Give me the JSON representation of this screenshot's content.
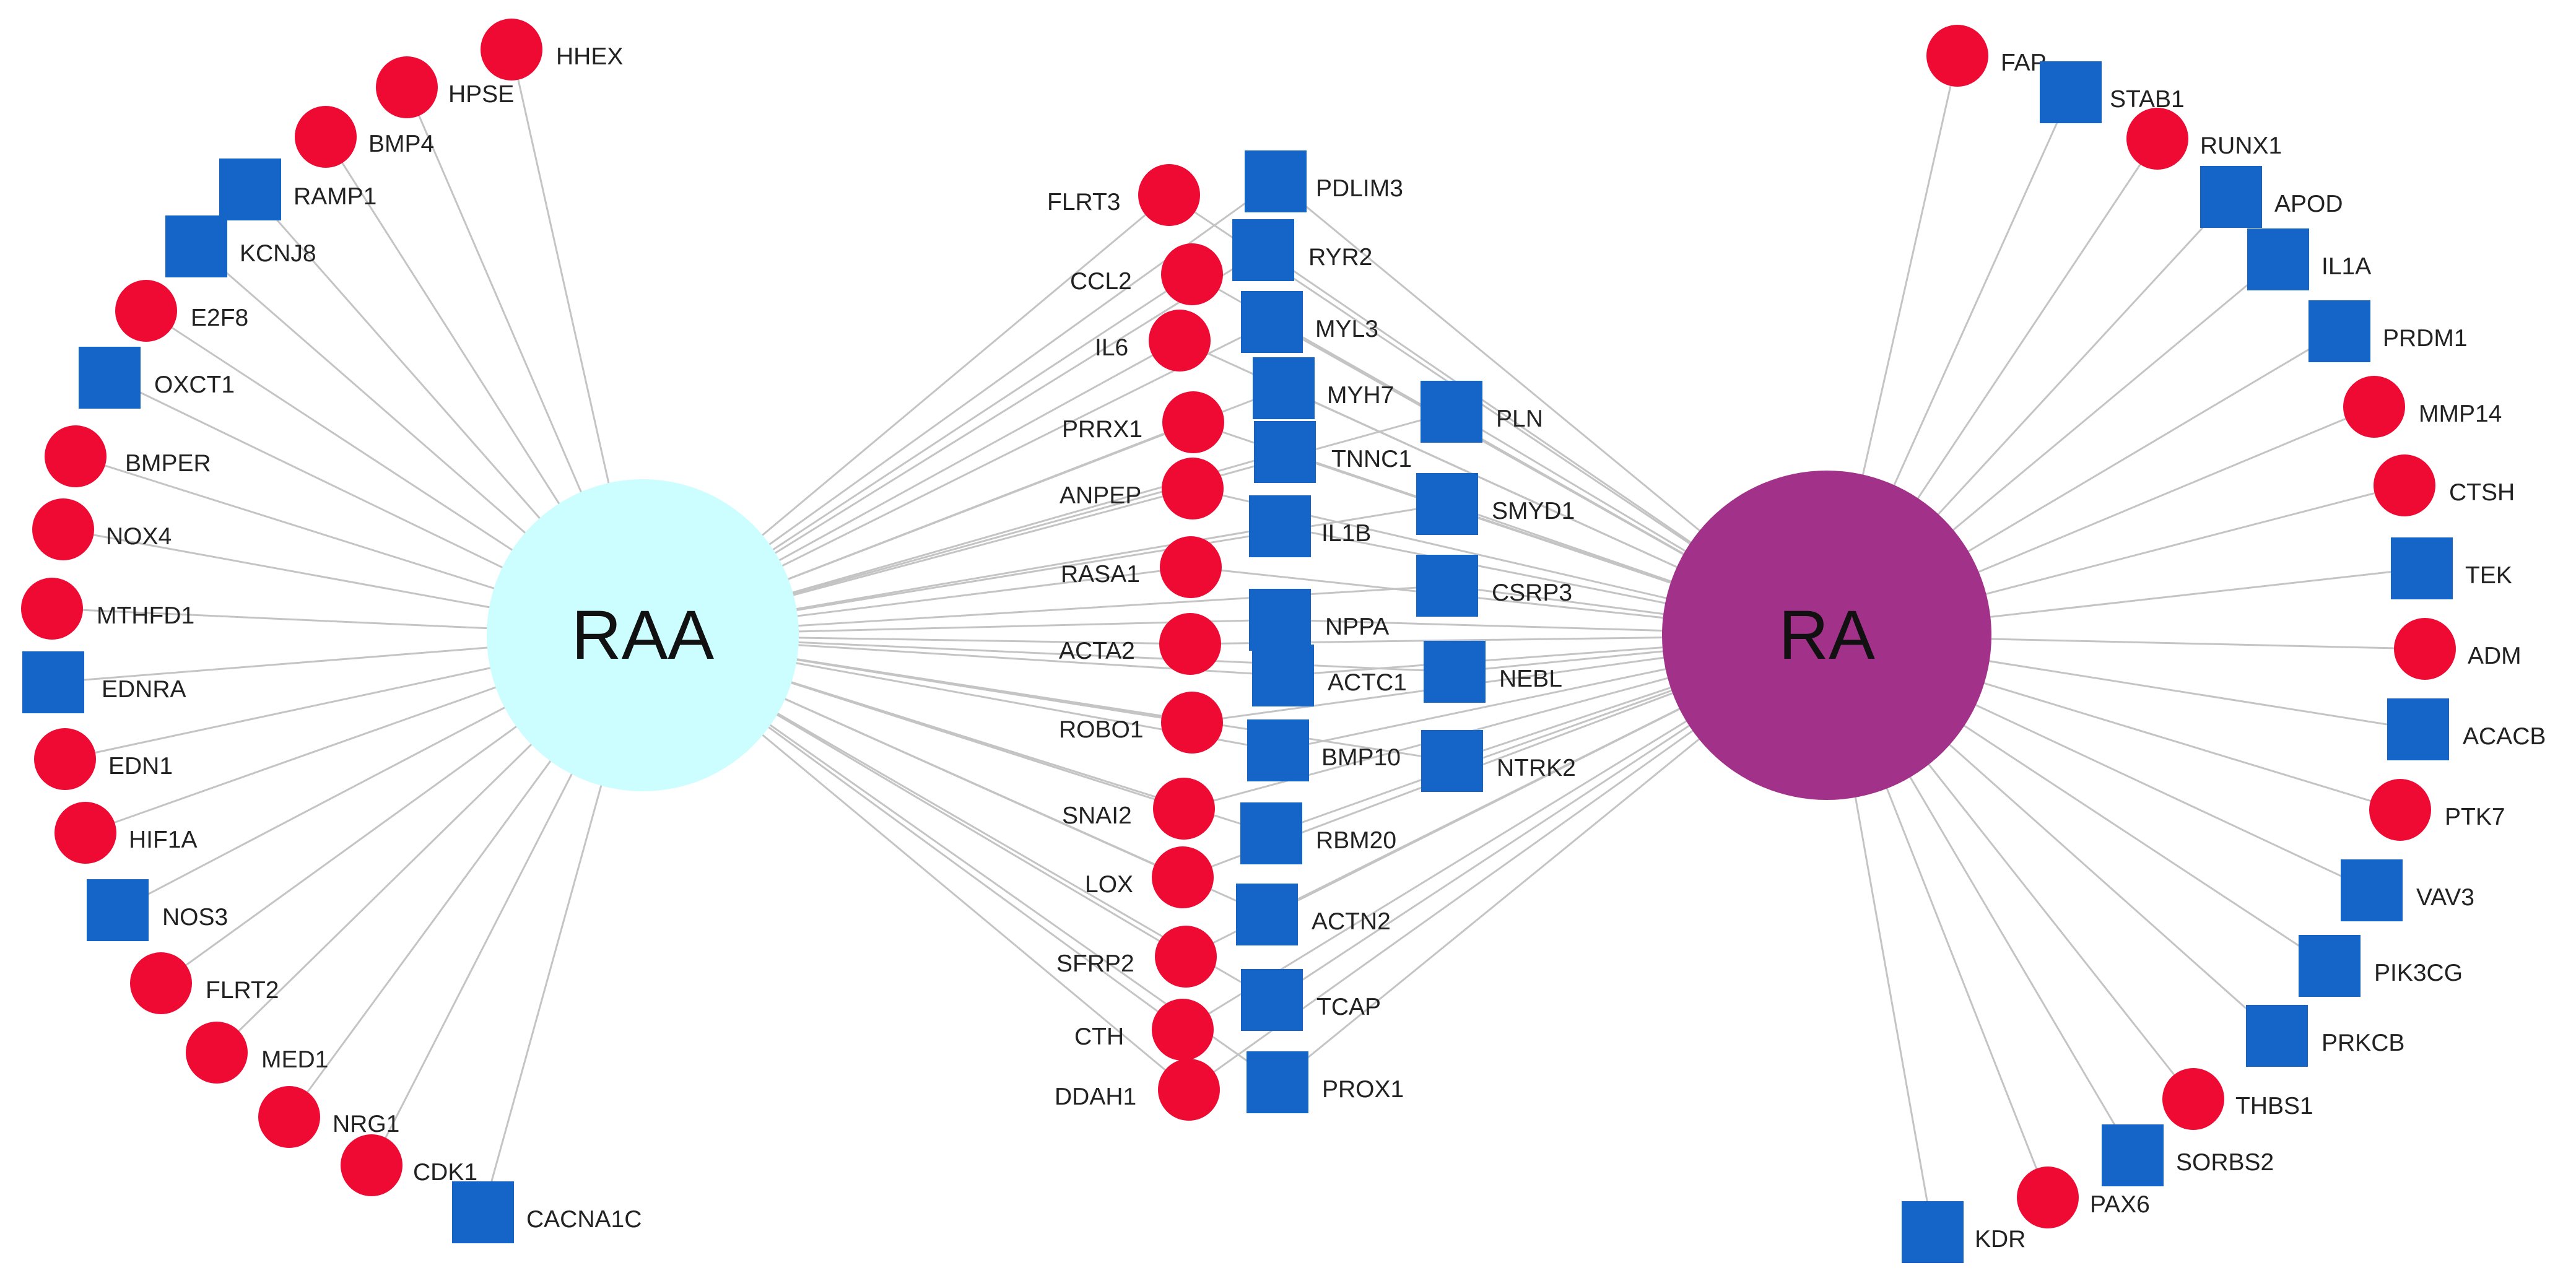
{
  "colors": {
    "circle_gene": "#ee0a33",
    "square_gene": "#1565c8",
    "hub_RAA": "#ccfeff",
    "hub_RA": "#a23289",
    "edge": "#c4c4c4"
  },
  "hubs": [
    {
      "id": "RAA",
      "label": "RAA"
    },
    {
      "id": "RA",
      "label": "RA"
    }
  ],
  "nodes": [
    {
      "id": "HHEX",
      "label": "HHEX",
      "shape": "circle",
      "links": [
        "RAA"
      ]
    },
    {
      "id": "HPSE",
      "label": "HPSE",
      "shape": "circle",
      "links": [
        "RAA"
      ]
    },
    {
      "id": "BMP4",
      "label": "BMP4",
      "shape": "circle",
      "links": [
        "RAA"
      ]
    },
    {
      "id": "RAMP1",
      "label": "RAMP1",
      "shape": "square",
      "links": [
        "RAA"
      ]
    },
    {
      "id": "KCNJ8",
      "label": "KCNJ8",
      "shape": "square",
      "links": [
        "RAA"
      ]
    },
    {
      "id": "E2F8",
      "label": "E2F8",
      "shape": "circle",
      "links": [
        "RAA"
      ]
    },
    {
      "id": "OXCT1",
      "label": "OXCT1",
      "shape": "square",
      "links": [
        "RAA"
      ]
    },
    {
      "id": "BMPER",
      "label": "BMPER",
      "shape": "circle",
      "links": [
        "RAA"
      ]
    },
    {
      "id": "NOX4",
      "label": "NOX4",
      "shape": "circle",
      "links": [
        "RAA"
      ]
    },
    {
      "id": "MTHFD1",
      "label": "MTHFD1",
      "shape": "circle",
      "links": [
        "RAA"
      ]
    },
    {
      "id": "EDNRA",
      "label": "EDNRA",
      "shape": "square",
      "links": [
        "RAA"
      ]
    },
    {
      "id": "EDN1",
      "label": "EDN1",
      "shape": "circle",
      "links": [
        "RAA"
      ]
    },
    {
      "id": "HIF1A",
      "label": "HIF1A",
      "shape": "circle",
      "links": [
        "RAA"
      ]
    },
    {
      "id": "NOS3",
      "label": "NOS3",
      "shape": "square",
      "links": [
        "RAA"
      ]
    },
    {
      "id": "FLRT2",
      "label": "FLRT2",
      "shape": "circle",
      "links": [
        "RAA"
      ]
    },
    {
      "id": "MED1",
      "label": "MED1",
      "shape": "circle",
      "links": [
        "RAA"
      ]
    },
    {
      "id": "NRG1",
      "label": "NRG1",
      "shape": "circle",
      "links": [
        "RAA"
      ]
    },
    {
      "id": "CDK1",
      "label": "CDK1",
      "shape": "circle",
      "links": [
        "RAA"
      ]
    },
    {
      "id": "CACNA1C",
      "label": "CACNA1C",
      "shape": "square",
      "links": [
        "RAA"
      ]
    },
    {
      "id": "FLRT3",
      "label": "FLRT3",
      "shape": "circle",
      "links": [
        "RAA",
        "RA"
      ]
    },
    {
      "id": "CCL2",
      "label": "CCL2",
      "shape": "circle",
      "links": [
        "RAA",
        "RA"
      ]
    },
    {
      "id": "IL6",
      "label": "IL6",
      "shape": "circle",
      "links": [
        "RAA",
        "RA"
      ]
    },
    {
      "id": "PRRX1",
      "label": "PRRX1",
      "shape": "circle",
      "links": [
        "RAA",
        "RA"
      ]
    },
    {
      "id": "ANPEP",
      "label": "ANPEP",
      "shape": "circle",
      "links": [
        "RAA",
        "RA"
      ]
    },
    {
      "id": "RASA1",
      "label": "RASA1",
      "shape": "circle",
      "links": [
        "RAA",
        "RA"
      ]
    },
    {
      "id": "ACTA2",
      "label": "ACTA2",
      "shape": "circle",
      "links": [
        "RAA",
        "RA"
      ]
    },
    {
      "id": "ROBO1",
      "label": "ROBO1",
      "shape": "circle",
      "links": [
        "RAA",
        "RA"
      ]
    },
    {
      "id": "SNAI2",
      "label": "SNAI2",
      "shape": "circle",
      "links": [
        "RAA",
        "RA"
      ]
    },
    {
      "id": "LOX",
      "label": "LOX",
      "shape": "circle",
      "links": [
        "RAA",
        "RA"
      ]
    },
    {
      "id": "SFRP2",
      "label": "SFRP2",
      "shape": "circle",
      "links": [
        "RAA",
        "RA"
      ]
    },
    {
      "id": "CTH",
      "label": "CTH",
      "shape": "circle",
      "links": [
        "RAA",
        "RA"
      ]
    },
    {
      "id": "DDAH1",
      "label": "DDAH1",
      "shape": "circle",
      "links": [
        "RAA",
        "RA"
      ]
    },
    {
      "id": "PDLIM3",
      "label": "PDLIM3",
      "shape": "square",
      "links": [
        "RAA",
        "RA"
      ]
    },
    {
      "id": "RYR2",
      "label": "RYR2",
      "shape": "square",
      "links": [
        "RAA",
        "RA"
      ]
    },
    {
      "id": "MYL3",
      "label": "MYL3",
      "shape": "square",
      "links": [
        "RAA",
        "RA"
      ]
    },
    {
      "id": "MYH7",
      "label": "MYH7",
      "shape": "square",
      "links": [
        "RAA",
        "RA"
      ]
    },
    {
      "id": "TNNC1",
      "label": "TNNC1",
      "shape": "square",
      "links": [
        "RAA",
        "RA"
      ]
    },
    {
      "id": "IL1B",
      "label": "IL1B",
      "shape": "square",
      "links": [
        "RAA",
        "RA"
      ]
    },
    {
      "id": "NPPA",
      "label": "NPPA",
      "shape": "square",
      "links": [
        "RAA",
        "RA"
      ]
    },
    {
      "id": "ACTC1",
      "label": "ACTC1",
      "shape": "square",
      "links": [
        "RAA",
        "RA"
      ]
    },
    {
      "id": "BMP10",
      "label": "BMP10",
      "shape": "square",
      "links": [
        "RAA",
        "RA"
      ]
    },
    {
      "id": "RBM20",
      "label": "RBM20",
      "shape": "square",
      "links": [
        "RAA",
        "RA"
      ]
    },
    {
      "id": "ACTN2",
      "label": "ACTN2",
      "shape": "square",
      "links": [
        "RAA",
        "RA"
      ]
    },
    {
      "id": "TCAP",
      "label": "TCAP",
      "shape": "square",
      "links": [
        "RAA",
        "RA"
      ]
    },
    {
      "id": "PROX1",
      "label": "PROX1",
      "shape": "square",
      "links": [
        "RAA",
        "RA"
      ]
    },
    {
      "id": "PLN",
      "label": "PLN",
      "shape": "square",
      "links": [
        "RAA",
        "RA"
      ]
    },
    {
      "id": "SMYD1",
      "label": "SMYD1",
      "shape": "square",
      "links": [
        "RAA",
        "RA"
      ]
    },
    {
      "id": "CSRP3",
      "label": "CSRP3",
      "shape": "square",
      "links": [
        "RAA",
        "RA"
      ]
    },
    {
      "id": "NEBL",
      "label": "NEBL",
      "shape": "square",
      "links": [
        "RAA",
        "RA"
      ]
    },
    {
      "id": "NTRK2",
      "label": "NTRK2",
      "shape": "square",
      "links": [
        "RAA",
        "RA"
      ]
    },
    {
      "id": "FAP",
      "label": "FAP",
      "shape": "circle",
      "links": [
        "RA"
      ]
    },
    {
      "id": "STAB1",
      "label": "STAB1",
      "shape": "square",
      "links": [
        "RA"
      ]
    },
    {
      "id": "RUNX1",
      "label": "RUNX1",
      "shape": "circle",
      "links": [
        "RA"
      ]
    },
    {
      "id": "APOD",
      "label": "APOD",
      "shape": "square",
      "links": [
        "RA"
      ]
    },
    {
      "id": "IL1A",
      "label": "IL1A",
      "shape": "square",
      "links": [
        "RA"
      ]
    },
    {
      "id": "PRDM1",
      "label": "PRDM1",
      "shape": "square",
      "links": [
        "RA"
      ]
    },
    {
      "id": "MMP14",
      "label": "MMP14",
      "shape": "circle",
      "links": [
        "RA"
      ]
    },
    {
      "id": "CTSH",
      "label": "CTSH",
      "shape": "circle",
      "links": [
        "RA"
      ]
    },
    {
      "id": "TEK",
      "label": "TEK",
      "shape": "square",
      "links": [
        "RA"
      ]
    },
    {
      "id": "ADM",
      "label": "ADM",
      "shape": "circle",
      "links": [
        "RA"
      ]
    },
    {
      "id": "ACACB",
      "label": "ACACB",
      "shape": "square",
      "links": [
        "RA"
      ]
    },
    {
      "id": "PTK7",
      "label": "PTK7",
      "shape": "circle",
      "links": [
        "RA"
      ]
    },
    {
      "id": "VAV3",
      "label": "VAV3",
      "shape": "square",
      "links": [
        "RA"
      ]
    },
    {
      "id": "PIK3CG",
      "label": "PIK3CG",
      "shape": "square",
      "links": [
        "RA"
      ]
    },
    {
      "id": "PRKCB",
      "label": "PRKCB",
      "shape": "square",
      "links": [
        "RA"
      ]
    },
    {
      "id": "THBS1",
      "label": "THBS1",
      "shape": "circle",
      "links": [
        "RA"
      ]
    },
    {
      "id": "SORBS2",
      "label": "SORBS2",
      "shape": "square",
      "links": [
        "RA"
      ]
    },
    {
      "id": "PAX6",
      "label": "PAX6",
      "shape": "circle",
      "links": [
        "RA"
      ]
    },
    {
      "id": "KDR",
      "label": "KDR",
      "shape": "square",
      "links": [
        "RA"
      ]
    }
  ]
}
